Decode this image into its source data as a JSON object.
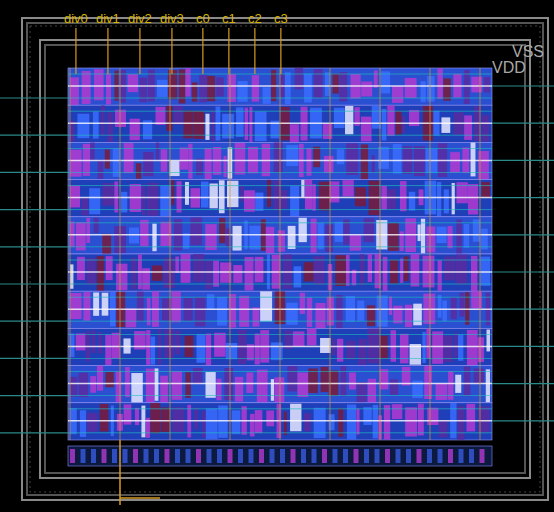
{
  "diagram": {
    "labels": [
      "div0",
      "div1",
      "div2",
      "div3",
      "c0",
      "c1",
      "c2",
      "c3",
      "VSS",
      "VDD"
    ]
  }
}
